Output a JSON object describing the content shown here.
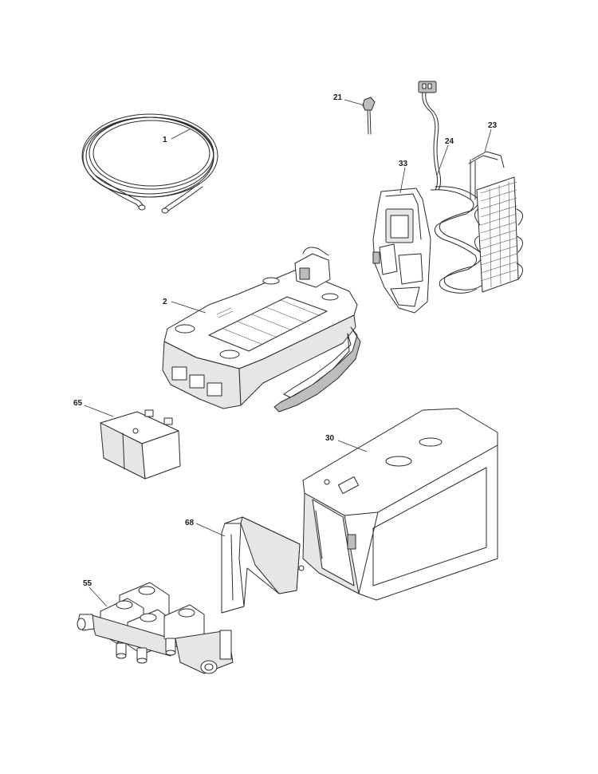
{
  "diagram": {
    "parts": [
      {
        "id": "p1",
        "label": "1",
        "icon": "water-tube-coil-icon"
      },
      {
        "id": "p2",
        "label": "2",
        "icon": "ice-maker-assembly-icon"
      },
      {
        "id": "p21",
        "label": "21",
        "icon": "thermistor-sensor-icon"
      },
      {
        "id": "p23",
        "label": "23",
        "icon": "evaporator-coil-icon"
      },
      {
        "id": "p24",
        "label": "24",
        "icon": "defrost-heater-icon"
      },
      {
        "id": "p33",
        "label": "33",
        "icon": "evaporator-cover-icon"
      },
      {
        "id": "p65",
        "label": "65",
        "icon": "bracket-cover-icon"
      },
      {
        "id": "p30",
        "label": "30",
        "icon": "ice-compartment-housing-icon"
      },
      {
        "id": "p68",
        "label": "68",
        "icon": "duct-cover-icon"
      },
      {
        "id": "p55",
        "label": "55",
        "icon": "water-valve-icon"
      }
    ]
  }
}
